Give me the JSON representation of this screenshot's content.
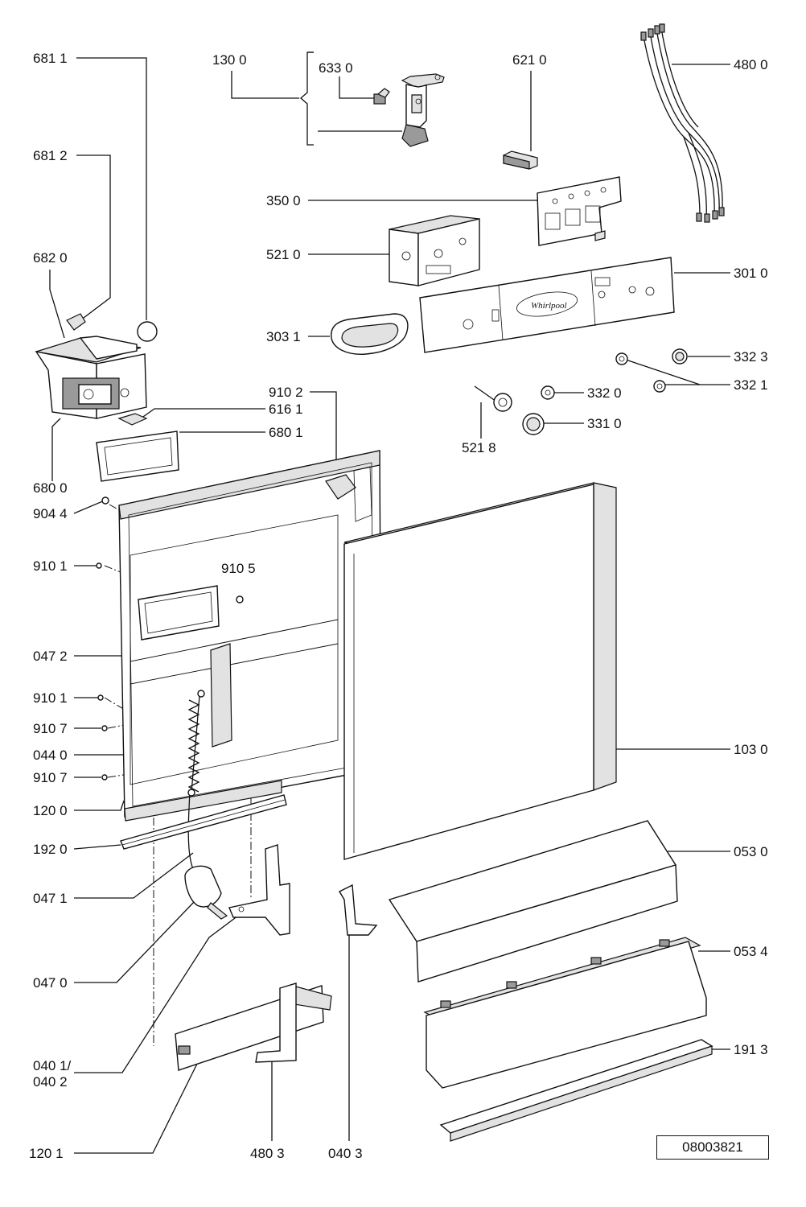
{
  "drawing_number": "08003821",
  "labels": {
    "p6811": "681 1",
    "p6812": "681 2",
    "p6820": "682 0",
    "p6800": "680 0",
    "p9044": "904 4",
    "p9101a": "910 1",
    "p0472": "047 2",
    "p9101b": "910 1",
    "p9107a": "910 7",
    "p0440": "044 0",
    "p9107b": "910 7",
    "p1200": "120 0",
    "p1920": "192 0",
    "p0471": "047 1",
    "p0470": "047 0",
    "p0401": "040 1/",
    "p0402": "040 2",
    "p1201": "120 1",
    "p1300": "130 0",
    "p6330": "633 0",
    "p6210": "621 0",
    "p4800": "480 0",
    "p3500": "350 0",
    "p5210": "521 0",
    "p3010": "301 0",
    "p3031": "303 1",
    "p3323": "332 3",
    "p3321": "332 1",
    "p3320": "332 0",
    "p3310": "331 0",
    "p5218": "521 8",
    "p9102": "910 2",
    "p6161": "616 1",
    "p6801": "680 1",
    "p9105": "910 5",
    "p1030": "103 0",
    "p0530": "053 0",
    "p0534": "053 4",
    "p1913": "191 3",
    "p4803": "480 3",
    "p0403": "040 3"
  }
}
